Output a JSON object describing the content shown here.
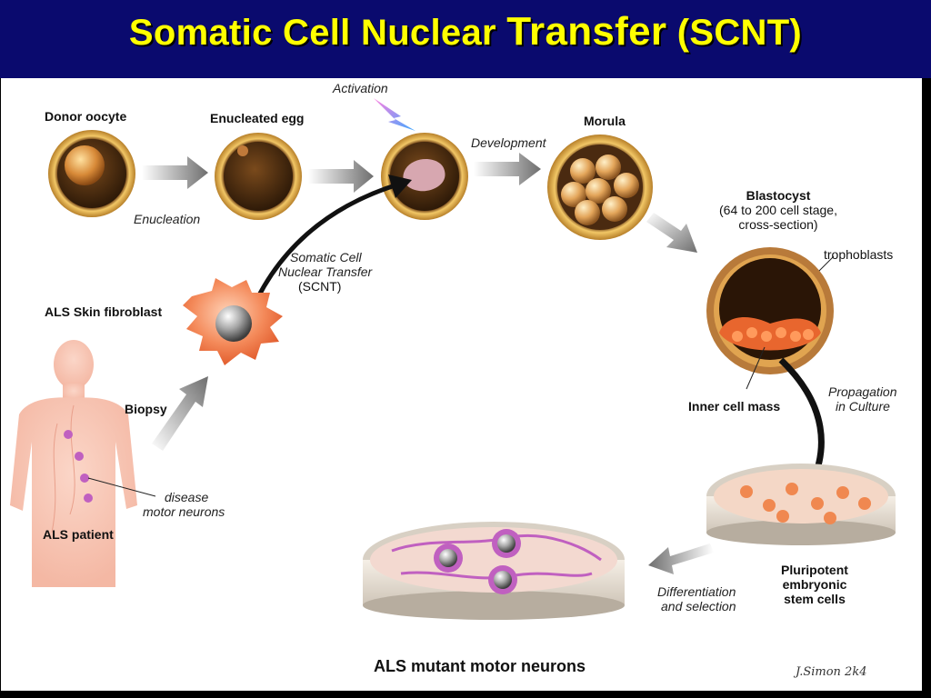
{
  "title": {
    "part1": "Somatic Cell Nuclear ",
    "part2": "Transfer",
    "part3": " (SCNT)"
  },
  "labels": {
    "activation": "Activation",
    "donor_oocyte": "Donor oocyte",
    "enucleated_egg": "Enucleated egg",
    "morula": "Morula",
    "development": "Development",
    "enucleation": "Enucleation",
    "blastocyst": "Blastocyst",
    "blastocyst_sub1": "(64 to 200 cell stage,",
    "blastocyst_sub2": "cross-section)",
    "trophoblasts": "trophoblasts",
    "scnt_line1": "Somatic Cell",
    "scnt_line2": "Nuclear Transfer",
    "scnt_line3": "(SCNT)",
    "als_skin_fibroblast": "ALS Skin fibroblast",
    "biopsy": "Biopsy",
    "inner_cell_mass": "Inner cell mass",
    "propagation_line1": "Propagation",
    "propagation_line2": "in Culture",
    "disease_line1": "disease",
    "disease_line2": "motor neurons",
    "als_patient": "ALS patient",
    "pluripotent_line1": "Pluripotent",
    "pluripotent_line2": "embryonic",
    "pluripotent_line3": "stem cells",
    "differentiation_line1": "Differentiation",
    "differentiation_line2": "and selection",
    "als_mutant": "ALS mutant motor neurons",
    "signature": "J.Simon 2k4"
  },
  "colors": {
    "title_bar": "#0a0a6e",
    "title_text": "#ffff00",
    "egg_ring": "#e6b24a",
    "egg_inner": "#4a2c12",
    "arrow": "#7a7a7a",
    "fibroblast": "#f07a4a",
    "neuron": "#c060c0",
    "skin": "#f7c4b4"
  }
}
